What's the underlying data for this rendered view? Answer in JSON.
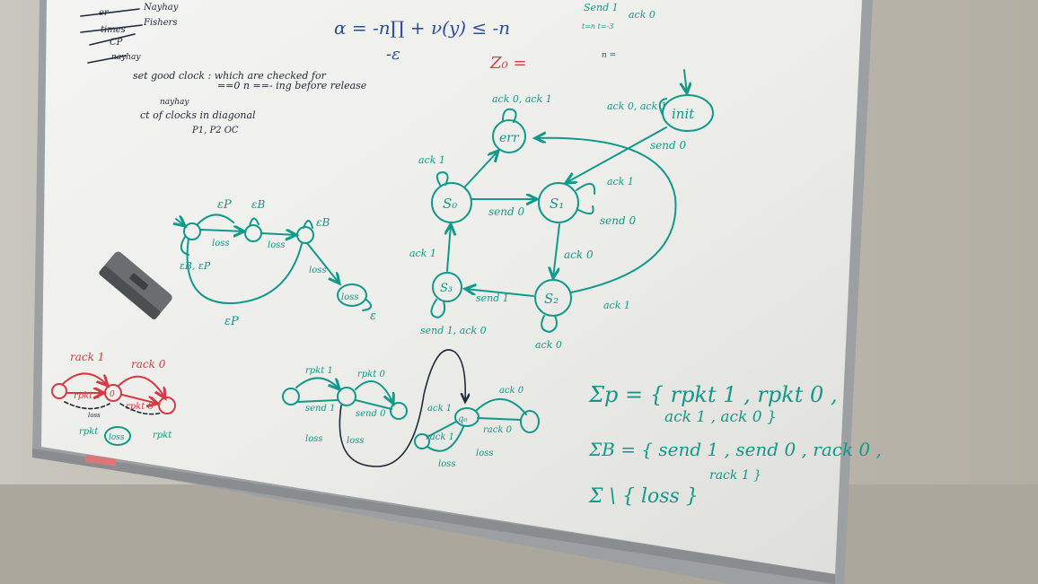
{
  "board": {
    "top_left": {
      "lines": [
        "Nayhay",
        "Fishers",
        "er",
        "times",
        "CP",
        "nayhay"
      ],
      "note1": "set good clock : which are checked for",
      "note2": "==0 n ==- ing before release",
      "note3": "ct of clocks in diagonal",
      "note4": "P1, P2 OC",
      "note5": "nayhay"
    },
    "top_center": {
      "formula": "α = -n∏ + ν(y) ≤ -n",
      "epsilon": "-ε",
      "z0": "Z₀ ="
    },
    "top_right": {
      "send1": "Send 1",
      "ack0": "ack 0",
      "subnote": "t=n t=-3",
      "n": "n ="
    },
    "protocol_fsm": {
      "states": {
        "init": "init",
        "err": "err",
        "s0": "S₀",
        "s1": "S₁",
        "s2": "S₂",
        "s3": "S₃"
      },
      "labels": {
        "err_loop": "ack 0, ack 1",
        "init_loop": "ack 0, ack 1",
        "init_to_s1": "send 0",
        "s0_loop": "ack 1",
        "s0_to_s1": "send 0",
        "s1_loop_ack": "ack 1",
        "s1_loop_send": "send 0",
        "s1_to_s2": "ack 0",
        "s2_to_s3": "send 1",
        "s2_loop": "ack 0",
        "s3_to_s0": "ack 1",
        "s3_loop": "send 1, ack 0",
        "s2_to_err": "ack 1"
      }
    },
    "left_fsm": {
      "labels": {
        "ep1": "εP",
        "eb1": "εB",
        "eb2": "εB",
        "loss1": "loss",
        "loss2": "loss",
        "loss3": "loss",
        "loop": "εB, εP",
        "bottom": "εP",
        "end": "ε",
        "state": "loss"
      }
    },
    "red_fsm": {
      "labels": {
        "rack1": "rack 1",
        "rack0": "rack 0",
        "rpkt1": "rpkt 1",
        "rpkt0": "rpkt 0",
        "rpkt1b": "rpkt",
        "rpkt0b": "rpkt",
        "loss": "loss",
        "lossb": "loss",
        "center": "0"
      }
    },
    "middle_fsm": {
      "labels": {
        "rpkt1": "rpkt 1",
        "rpkt0": "rpkt 0",
        "send1": "send 1",
        "send0": "send 0",
        "loss1": "loss",
        "loss2": "loss",
        "ack1": "ack 1",
        "ack0": "ack 0",
        "rack1": "rack 1",
        "rack0": "rack 0",
        "loss3": "loss",
        "loss4": "loss",
        "q0": "q₀"
      }
    },
    "sets": {
      "sigma_p": "Σp = { rpkt 1 , rpkt 0 ,",
      "sigma_p2": "ack 1 , ack 0 }",
      "sigma_b": "ΣB = { send 1 , send 0 , rack 0 ,",
      "sigma_b2": "rack 1 }",
      "sigma_rest": "Σ \\ { loss }"
    }
  }
}
